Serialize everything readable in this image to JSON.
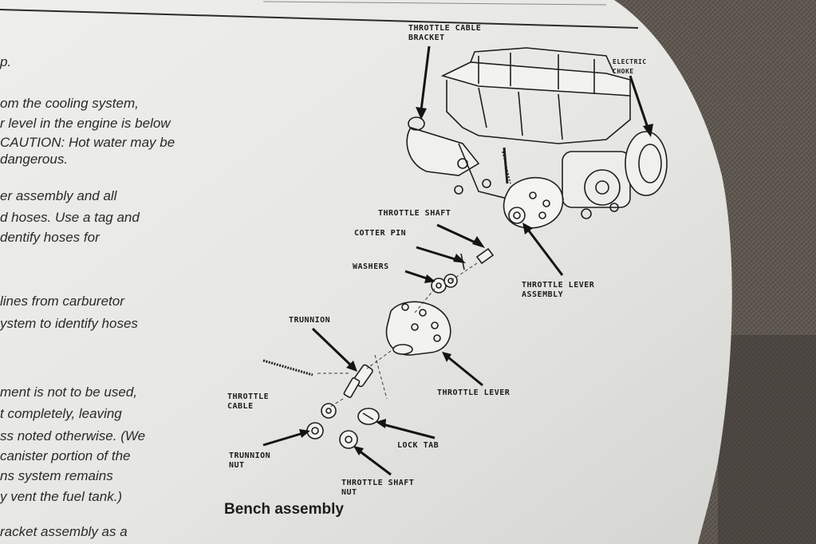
{
  "page": {
    "body_lines": [
      "p.",
      "om the cooling system,",
      "r level in the engine is below",
      "CAUTION: Hot water may be",
      "dangerous.",
      "er assembly and all",
      "d hoses. Use a tag and",
      "dentify hoses for",
      "lines from carburetor",
      "ystem to identify hoses",
      "ment is not to be used,",
      "t completely, leaving",
      "ss noted otherwise. (We",
      "canister portion of the",
      "ns system remains",
      "y vent the fuel tank.)",
      "racket assembly as a"
    ],
    "section_heading": "Bench assembly"
  },
  "diagram": {
    "labels": {
      "throttle_cable_bracket": [
        "THROTTLE CABLE",
        "BRACKET"
      ],
      "electric_choke": [
        "ELECTRIC",
        "CHOKE"
      ],
      "throttle_shaft": [
        "THROTTLE SHAFT"
      ],
      "cotter_pin": [
        "COTTER PIN"
      ],
      "washers": [
        "WASHERS"
      ],
      "throttle_lever_assembly": [
        "THROTTLE LEVER",
        "ASSEMBLY"
      ],
      "trunnion": [
        "TRUNNION"
      ],
      "throttle_cable": [
        "THROTTLE",
        "CABLE"
      ],
      "throttle_lever": [
        "THROTTLE LEVER"
      ],
      "lock_tab": [
        "LOCK TAB"
      ],
      "trunnion_nut": [
        "TRUNNION",
        "NUT"
      ],
      "throttle_shaft_nut": [
        "THROTTLE SHAFT",
        "NUT"
      ]
    }
  },
  "colors": {
    "paper": "#e9e9e6",
    "fabric": "#5c5650",
    "ink": "#1c1c1c"
  }
}
